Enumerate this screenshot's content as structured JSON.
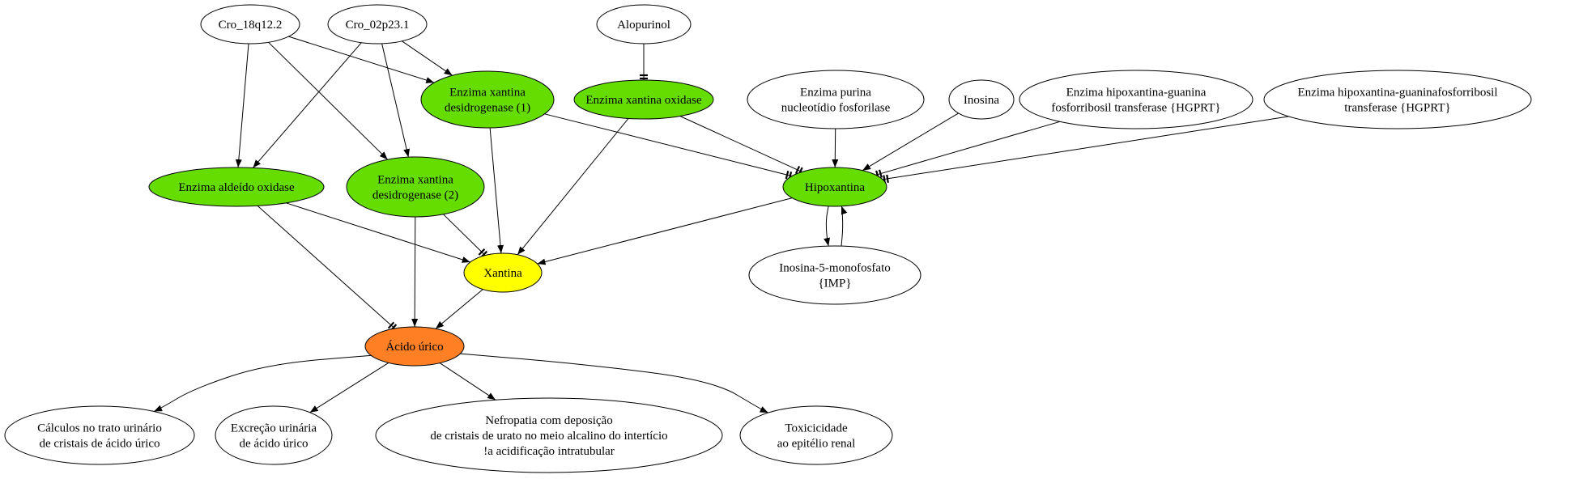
{
  "colors": {
    "none": "#ffffff",
    "enzyme": "#66dd00",
    "xanthine": "#ffff00",
    "uric_acid": "#ff7f24",
    "stroke": "#000000"
  },
  "nodes": [
    {
      "id": "cro18",
      "label": "Cro_18q12.2",
      "fill": "none"
    },
    {
      "id": "cro02",
      "label": "Cro_02p23.1",
      "fill": "none"
    },
    {
      "id": "alopurinol",
      "label": "Alopurinol",
      "fill": "none"
    },
    {
      "id": "xdh1",
      "label": "Enzima xantina\ndesidrogenase (1)",
      "fill": "enzyme"
    },
    {
      "id": "xo",
      "label": "Enzima xantina oxidase",
      "fill": "enzyme"
    },
    {
      "id": "pnp",
      "label": "Enzima purina\nnucleotídio fosforilase",
      "fill": "none"
    },
    {
      "id": "inosina",
      "label": "Inosina",
      "fill": "none"
    },
    {
      "id": "hgprt1",
      "label": "Enzima hipoxantina-guanina\nfosforribosil transferase {HGPRT}",
      "fill": "none"
    },
    {
      "id": "hgprt2",
      "label": "Enzima hipoxantina-guaninafosforribosil\ntransferase {HGPRT}",
      "fill": "none"
    },
    {
      "id": "aldox",
      "label": "Enzima aldeído oxidase",
      "fill": "enzyme"
    },
    {
      "id": "xdh2",
      "label": "Enzima xantina\ndesidrogenase (2)",
      "fill": "enzyme"
    },
    {
      "id": "hipox",
      "label": "Hipoxantina",
      "fill": "enzyme"
    },
    {
      "id": "xantina",
      "label": "Xantina",
      "fill": "xanthine"
    },
    {
      "id": "imp",
      "label": "Inosina-5-monofosfato\n{IMP}",
      "fill": "none"
    },
    {
      "id": "acido",
      "label": "Ácido úrico",
      "fill": "uric_acid"
    },
    {
      "id": "calculos",
      "label": "Cálculos no trato urinário\nde cristais de ácido úrico",
      "fill": "none"
    },
    {
      "id": "excrecao",
      "label": "Excreção urinária\nde ácido úrico",
      "fill": "none"
    },
    {
      "id": "nefropatia",
      "label": "Nefropatia com deposição\nde cristais de urato no meio alcalino do intertício\n!a acidificação intratubular",
      "fill": "none"
    },
    {
      "id": "toxicidade",
      "label": "Toxicicidade\nao epitélio renal",
      "fill": "none"
    }
  ],
  "edges": [
    {
      "from": "cro18",
      "to": "xdh1",
      "type": "arrow"
    },
    {
      "from": "cro18",
      "to": "aldox",
      "type": "arrow"
    },
    {
      "from": "cro18",
      "to": "xdh2",
      "type": "arrow"
    },
    {
      "from": "cro02",
      "to": "xdh1",
      "type": "arrow"
    },
    {
      "from": "cro02",
      "to": "aldox",
      "type": "arrow"
    },
    {
      "from": "cro02",
      "to": "xdh2",
      "type": "arrow"
    },
    {
      "from": "alopurinol",
      "to": "xo",
      "type": "inhibit"
    },
    {
      "from": "xdh1",
      "to": "xantina",
      "type": "arrow"
    },
    {
      "from": "xdh1",
      "to": "hipox",
      "type": "inhibit"
    },
    {
      "from": "xo",
      "to": "xantina",
      "type": "arrow"
    },
    {
      "from": "xo",
      "to": "hipox",
      "type": "inhibit"
    },
    {
      "from": "pnp",
      "to": "hipox",
      "type": "arrow"
    },
    {
      "from": "inosina",
      "to": "hipox",
      "type": "arrow"
    },
    {
      "from": "hgprt1",
      "to": "hipox",
      "type": "inhibit"
    },
    {
      "from": "hgprt2",
      "to": "hipox",
      "type": "inhibit"
    },
    {
      "from": "aldox",
      "to": "xantina",
      "type": "arrow"
    },
    {
      "from": "aldox",
      "to": "acido",
      "type": "inhibit"
    },
    {
      "from": "xdh2",
      "to": "xantina",
      "type": "inhibit"
    },
    {
      "from": "xdh2",
      "to": "acido",
      "type": "arrow"
    },
    {
      "from": "hipox",
      "to": "xantina",
      "type": "arrow"
    },
    {
      "from": "hipox",
      "to": "imp",
      "type": "arrow"
    },
    {
      "from": "imp",
      "to": "hipox",
      "type": "arrow"
    },
    {
      "from": "xantina",
      "to": "acido",
      "type": "arrow"
    },
    {
      "from": "acido",
      "to": "calculos",
      "type": "arrow"
    },
    {
      "from": "acido",
      "to": "excrecao",
      "type": "arrow"
    },
    {
      "from": "acido",
      "to": "nefropatia",
      "type": "arrow"
    },
    {
      "from": "acido",
      "to": "toxicidade",
      "type": "arrow"
    }
  ]
}
